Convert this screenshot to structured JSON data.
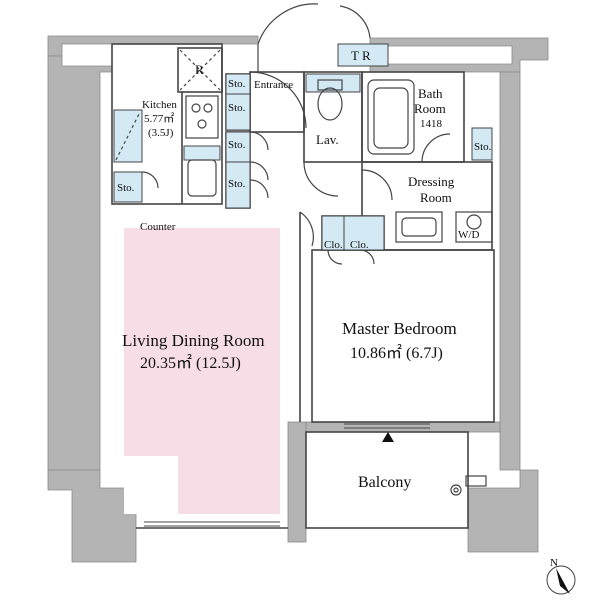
{
  "labels": {
    "tr": "T R",
    "r": "R",
    "sto": "Sto.",
    "entrance": "Entrance",
    "kitchen_name": "Kitchen",
    "kitchen_area": "5.77㎡",
    "kitchen_jo": "(3.5J)",
    "bath_line1": "Bath",
    "bath_line2": "Room",
    "bath_size": "1418",
    "lav": "Lav.",
    "dressing_line1": "Dressing",
    "dressing_line2": "Room",
    "wd": "W/D",
    "clo": "Clo.",
    "counter": "Counter",
    "ldr_name": "Living Dining Room",
    "ldr_area": "20.35㎡ (12.5J)",
    "mbr_name": "Master Bedroom",
    "mbr_area": "10.86㎡ (6.7J)",
    "balcony": "Balcony",
    "north": "N"
  },
  "colors": {
    "wall": "#b4b4b4",
    "wall_edge": "#8a8a8a",
    "line": "#444444",
    "living_pink": "#f6dde6",
    "storage_blue": "#d3e9f4",
    "fixture_blue": "#cce6f3"
  }
}
